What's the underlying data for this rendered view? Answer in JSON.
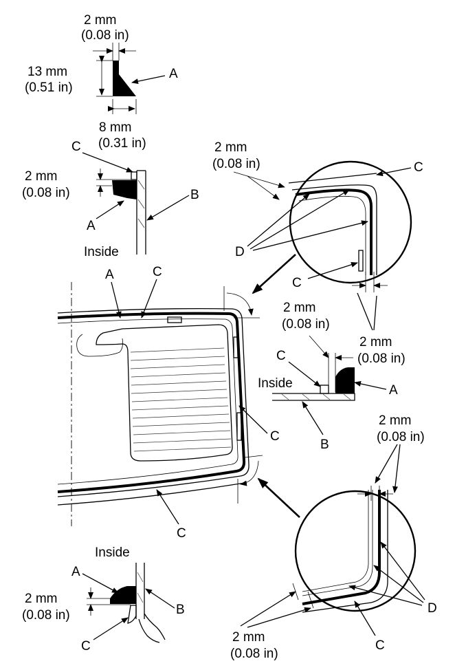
{
  "labels": {
    "A": "A",
    "B": "B",
    "C": "C",
    "D": "D",
    "inside": "Inside"
  },
  "dims": {
    "mm2": "2 mm",
    "in008": "(0.08 in)",
    "mm13": "13 mm",
    "in051": "(0.51 in)",
    "mm8": "8 mm",
    "in031": "(0.31 in)"
  }
}
